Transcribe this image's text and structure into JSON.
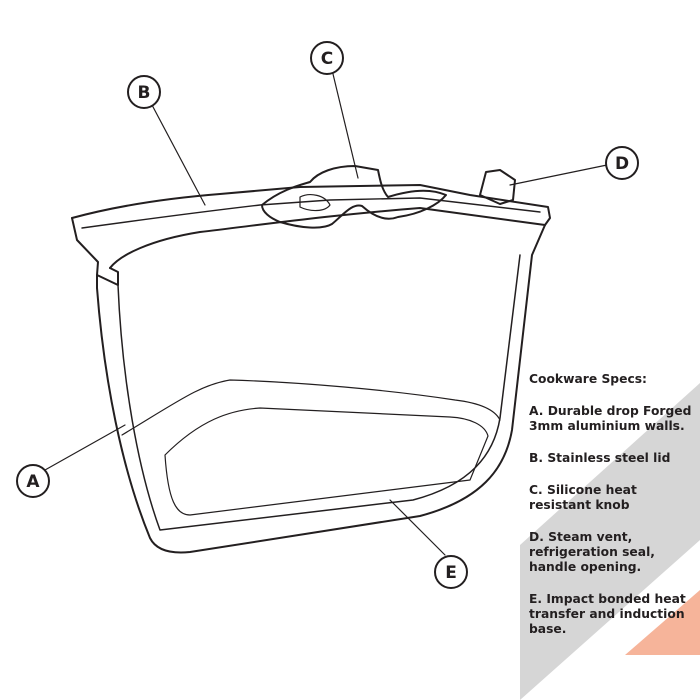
{
  "diagram": {
    "callouts": [
      "A",
      "B",
      "C",
      "D",
      "E"
    ]
  },
  "specs": {
    "title": "Cookware Specs:",
    "items": [
      "A. Durable drop Forged\n3mm aluminium walls.",
      "B. Stainless steel lid",
      "C. Silicone heat\nresistant knob",
      "D. Steam vent,\nrefrigeration seal,\nhandle opening.",
      "E. Impact bonded heat\ntransfer and induction\nbase."
    ]
  },
  "colors": {
    "line": "#231f20",
    "stripe_gray": "#cfcfcf",
    "stripe_peach": "#f6b49a"
  }
}
